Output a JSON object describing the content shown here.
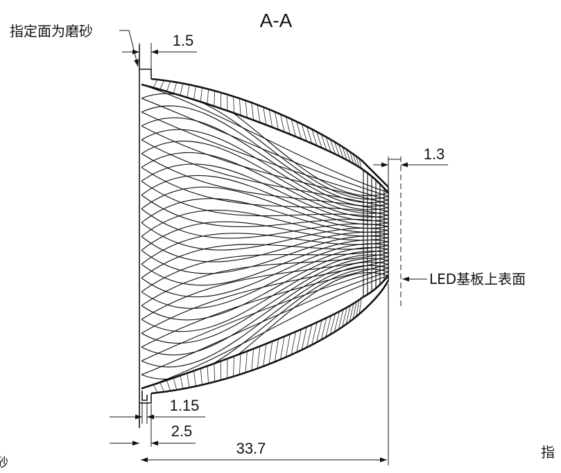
{
  "section_title": "A-A",
  "annotations": {
    "frosted_surface": "指定面为磨砂",
    "led_board_surface": "LED基板上表面"
  },
  "dimensions": {
    "flange_thickness": "1.5",
    "tip_thickness": "1.3",
    "step_small": "1.15",
    "step_large": "2.5",
    "overall_length": "33.7"
  },
  "clipped_text": {
    "left_fragment": "砂",
    "right_fragment": "指"
  },
  "colors": {
    "line": "#111111",
    "background": "#ffffff"
  }
}
